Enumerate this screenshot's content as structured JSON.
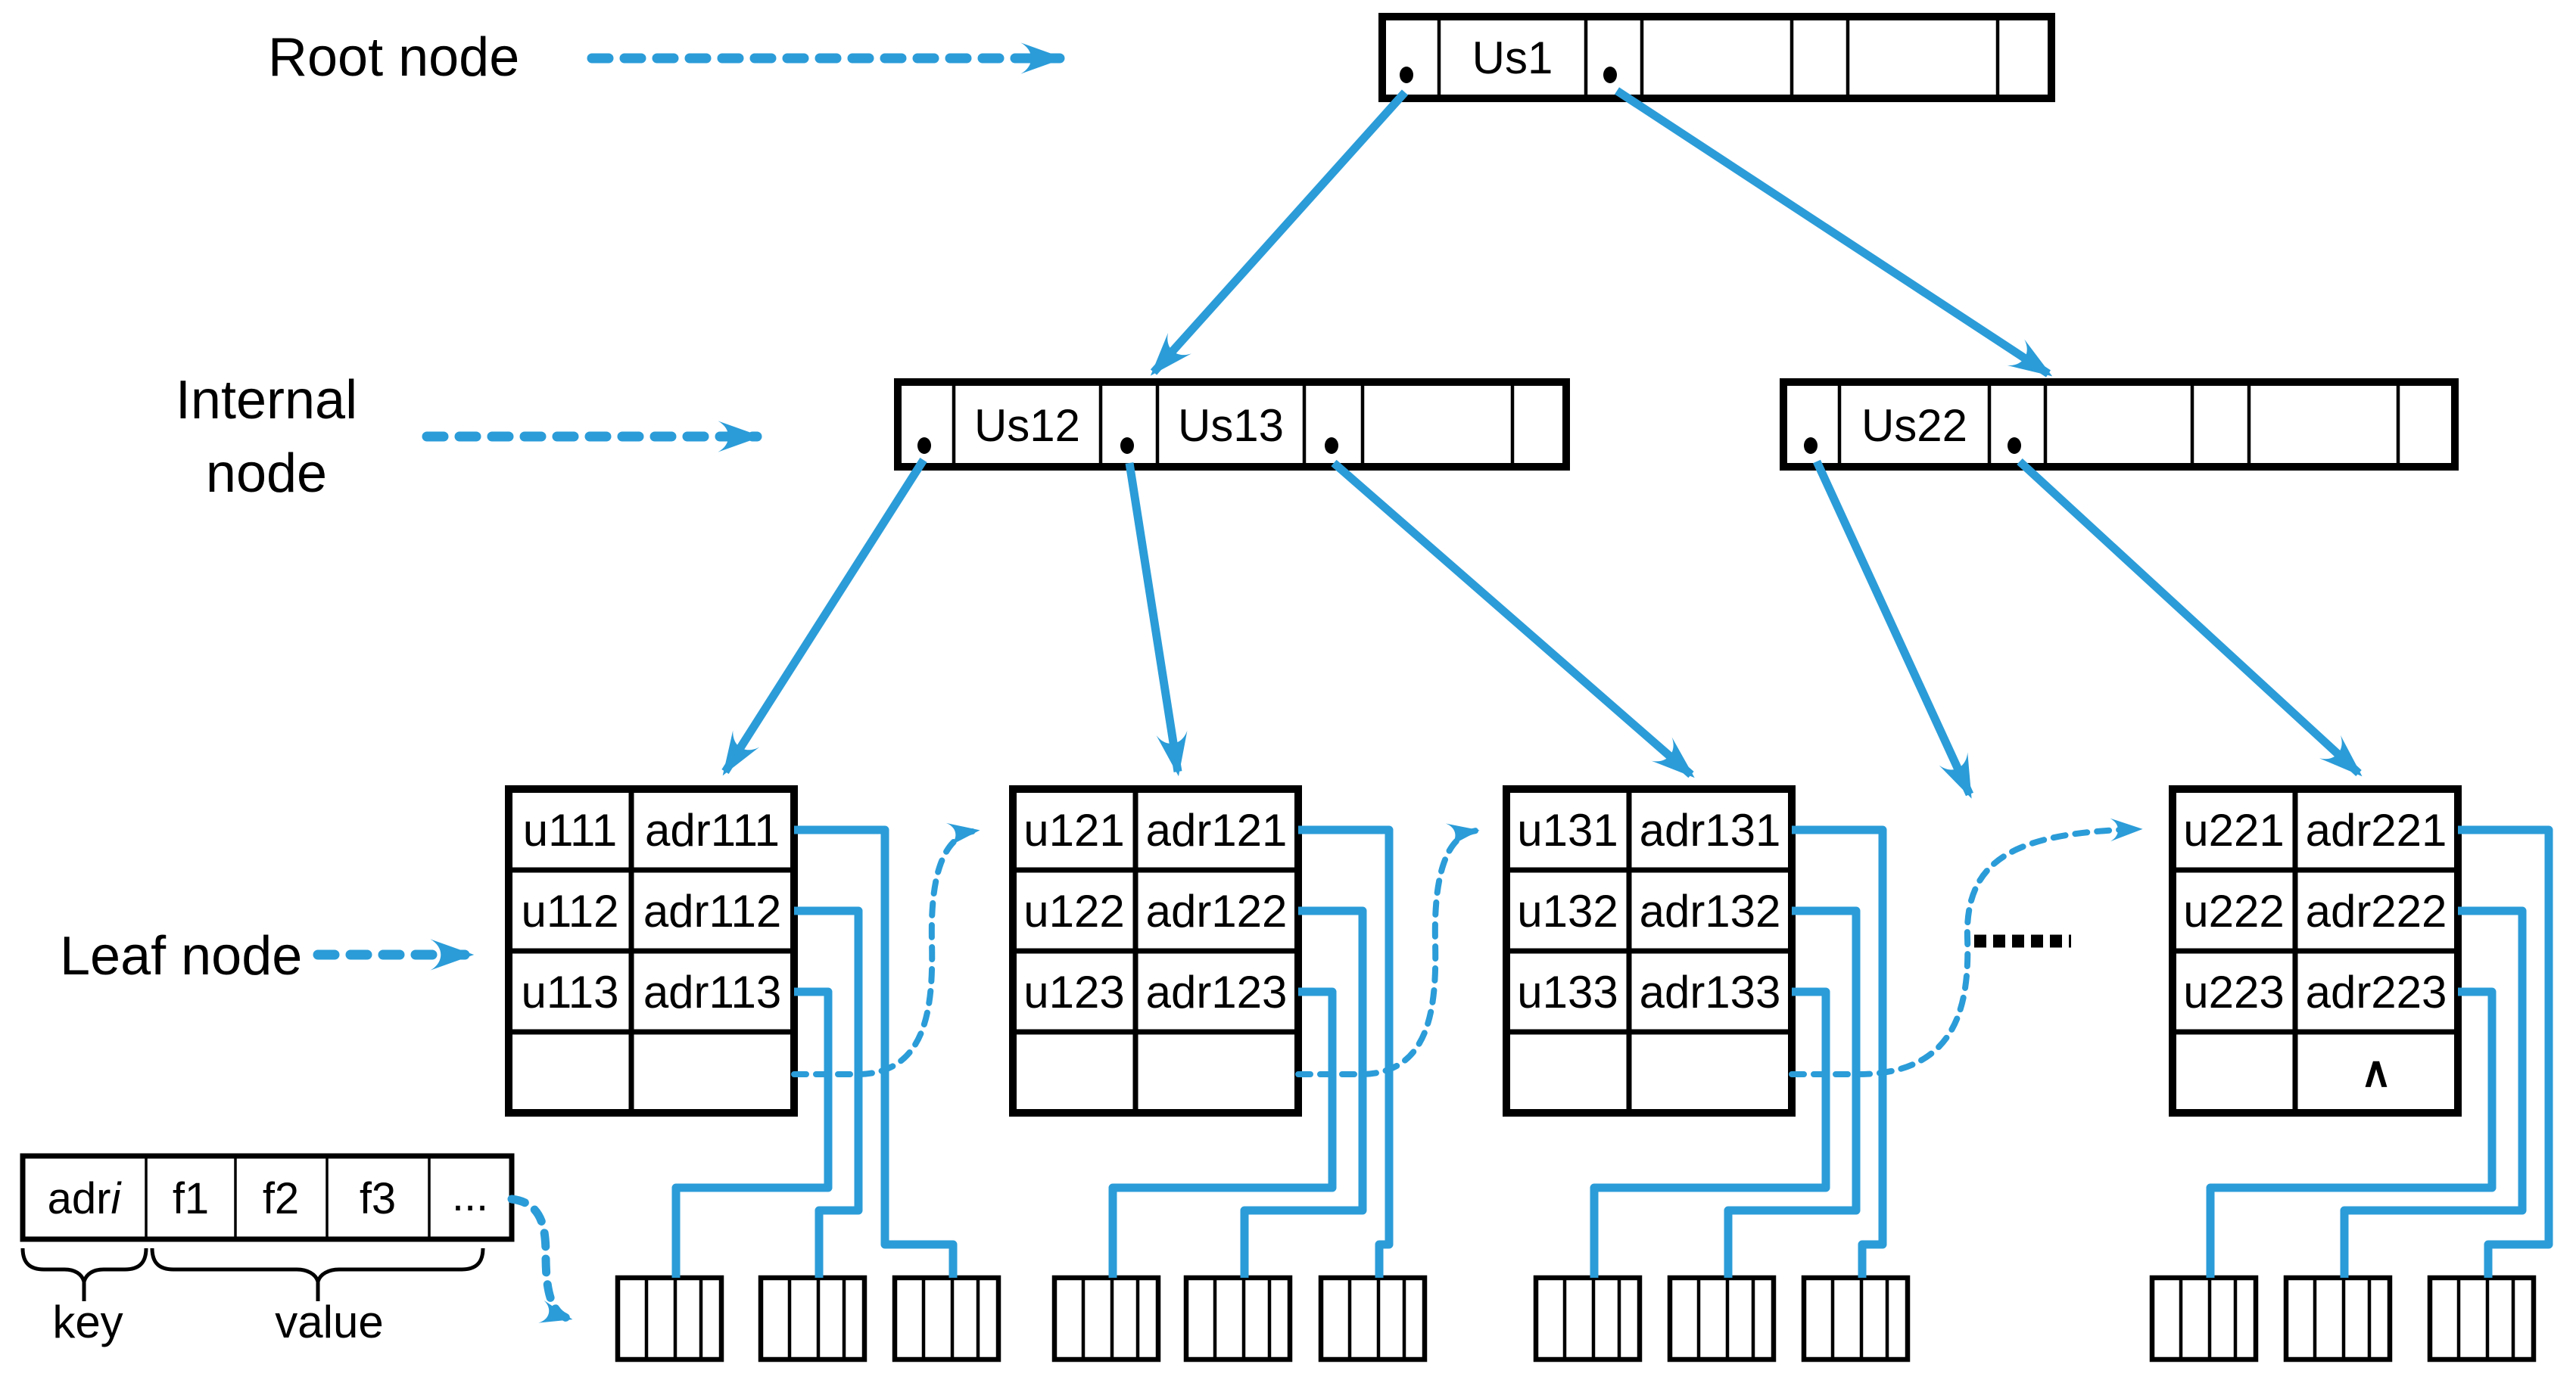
{
  "labels": {
    "root": "Root node",
    "internal_line1": "Internal",
    "internal_line2": "node",
    "leaf": "Leaf node"
  },
  "root_node": {
    "key1": "Us1"
  },
  "internal_nodes": {
    "left": {
      "key1": "Us12",
      "key2": "Us13"
    },
    "right": {
      "key1": "Us22"
    }
  },
  "leaf_nodes": [
    {
      "rows": [
        [
          "u111",
          "adr111"
        ],
        [
          "u112",
          "adr112"
        ],
        [
          "u113",
          "adr113"
        ],
        [
          "",
          ""
        ]
      ]
    },
    {
      "rows": [
        [
          "u121",
          "adr121"
        ],
        [
          "u122",
          "adr122"
        ],
        [
          "u123",
          "adr123"
        ],
        [
          "",
          ""
        ]
      ]
    },
    {
      "rows": [
        [
          "u131",
          "adr131"
        ],
        [
          "u132",
          "adr132"
        ],
        [
          "u133",
          "adr133"
        ],
        [
          "",
          ""
        ]
      ]
    },
    {
      "rows": [
        [
          "u221",
          "adr221"
        ],
        [
          "u222",
          "adr222"
        ],
        [
          "u223",
          "adr223"
        ],
        [
          "",
          "∧"
        ]
      ]
    }
  ],
  "record_format": {
    "key_field_prefix": "adr",
    "key_field_index": "i",
    "value_fields": [
      "f1",
      "f2",
      "f3",
      "..."
    ],
    "key_label": "key",
    "value_label": "value"
  },
  "omitted_nodes_ellipsis": "······",
  "colors": {
    "accent_blue": "#2B9CD8",
    "ink_black": "#000000"
  }
}
